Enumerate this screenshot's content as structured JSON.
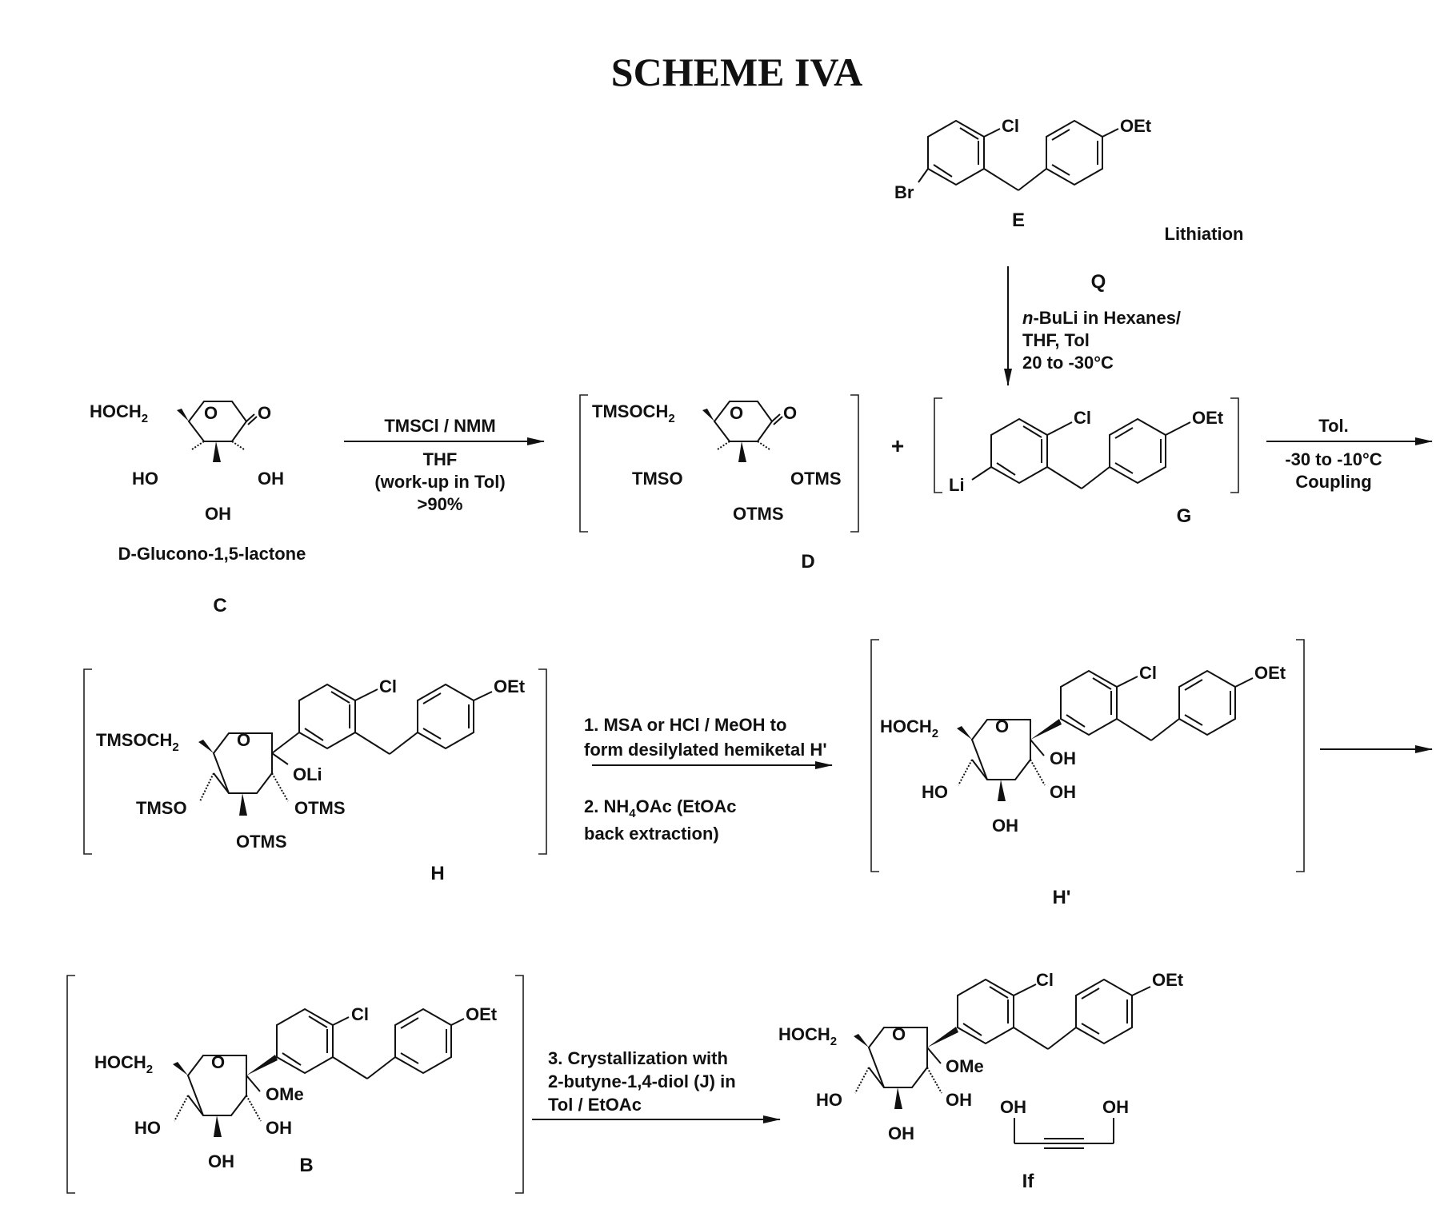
{
  "title": "SCHEME IVA",
  "compounds": {
    "C": {
      "label": "C",
      "name": "D-Glucono-1,5-lactone"
    },
    "D": {
      "label": "D"
    },
    "E": {
      "label": "E"
    },
    "G": {
      "label": "G"
    },
    "H": {
      "label": "H"
    },
    "Hp": {
      "label": "H'"
    },
    "B": {
      "label": "B"
    },
    "If": {
      "label": "If"
    }
  },
  "atoms": {
    "hoch2": "HOCH",
    "tmsoch2": "TMSOCH",
    "sub2": "2",
    "o": "O",
    "ho": "HO",
    "oh": "OH",
    "tmso": "TMSO",
    "otms": "OTMS",
    "cl": "Cl",
    "oet": "OEt",
    "br": "Br",
    "li": "Li",
    "oli": "OLi",
    "ome": "OMe"
  },
  "plus": "+",
  "lithiation": "Lithiation",
  "reagents": {
    "step_cd": {
      "above": "TMSCl / NMM",
      "below": [
        "THF",
        "(work-up in Tol)",
        ">90%"
      ]
    },
    "step_eg": {
      "label": "Q",
      "line1_italic": "n",
      "line1_rest": "-BuLi in Hexanes/",
      "line2": "THF, Tol",
      "line3": "20 to -30°C"
    },
    "step_coupling": {
      "above": "Tol.",
      "below": [
        "-30 to -10°C",
        "Coupling"
      ]
    },
    "step_hh": {
      "line1": "1. MSA or HCl / MeOH to",
      "line2": "form desilylated hemiketal H'",
      "line3_a": "2. NH",
      "line3_sub": "4",
      "line3_b": "OAc (EtOAc",
      "line4": "back extraction)"
    },
    "step_bif": {
      "line1": "3. Crystallization with",
      "line2": "2-butyne-1,4-diol (J) in",
      "line3": "Tol / EtOAc"
    }
  }
}
